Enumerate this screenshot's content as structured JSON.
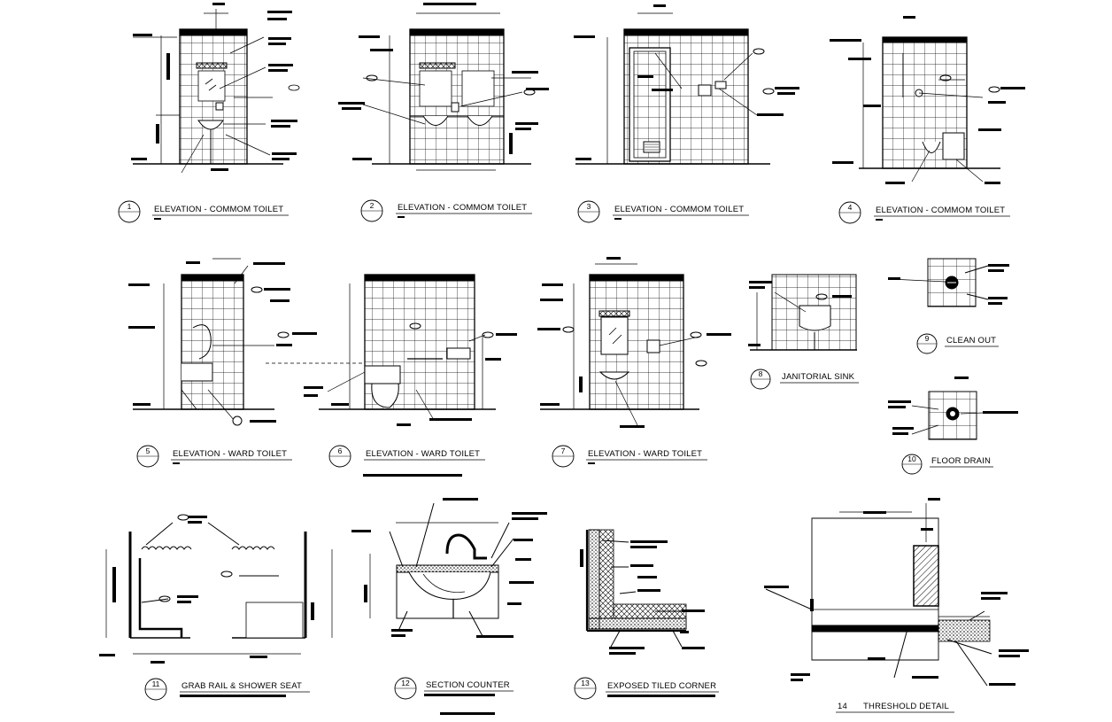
{
  "drawings": [
    {
      "num": "1",
      "title": "ELEVATION - COMMOM TOILET"
    },
    {
      "num": "2",
      "title": "ELEVATION - COMMOM TOILET"
    },
    {
      "num": "3",
      "title": "ELEVATION - COMMOM TOILET"
    },
    {
      "num": "4",
      "title": "ELEVATION - COMMOM TOILET"
    },
    {
      "num": "5",
      "title": "ELEVATION - WARD TOILET"
    },
    {
      "num": "6",
      "title": "ELEVATION - WARD TOILET"
    },
    {
      "num": "7",
      "title": "ELEVATION - WARD TOILET"
    },
    {
      "num": "8",
      "title": "JANITORIAL SINK"
    },
    {
      "num": "9",
      "title": "CLEAN OUT"
    },
    {
      "num": "10",
      "title": "FLOOR DRAIN"
    },
    {
      "num": "11",
      "title": "GRAB RAIL & SHOWER SEAT"
    },
    {
      "num": "12",
      "title": "SECTION COUNTER"
    },
    {
      "num": "13",
      "title": "EXPOSED TILED CORNER"
    },
    {
      "num": "14",
      "title": "THRESHOLD DETAIL"
    }
  ],
  "colors": {
    "ink": "#000000",
    "paper": "#ffffff",
    "hatch": "#5a5a5a"
  }
}
